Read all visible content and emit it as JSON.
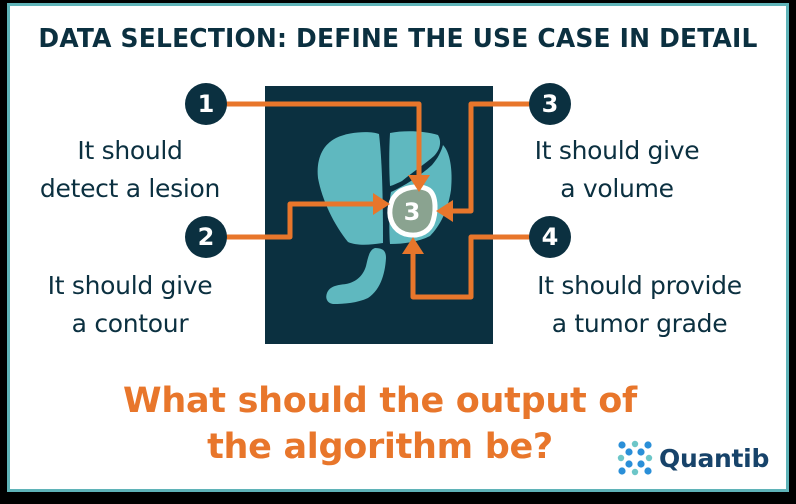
{
  "title": "DATA SELECTION: DEFINE THE USE CASE IN DETAIL",
  "colors": {
    "background_frame": "#000000",
    "panel_border": "#5fb3b8",
    "navy": "#0b3040",
    "accent_orange": "#e8762b",
    "organ_teal": "#5fb8bf",
    "lesion_fill": "#8aa390",
    "logo_blue": "#17436a"
  },
  "steps": [
    {
      "number": "1",
      "lines": [
        "It should",
        "detect a lesion"
      ]
    },
    {
      "number": "2",
      "lines": [
        "It should give",
        "a contour"
      ]
    },
    {
      "number": "3",
      "lines": [
        "It should give",
        "a volume"
      ]
    },
    {
      "number": "4",
      "lines": [
        "It should provide",
        "a tumor grade"
      ]
    }
  ],
  "image": {
    "description": "liver-scan-illustration",
    "lesion_label": "3"
  },
  "question": {
    "lines": [
      "What should the output of",
      "the algorithm be?"
    ]
  },
  "logo": {
    "name": "Quantib",
    "icon": "quantib-x-dots-icon"
  }
}
